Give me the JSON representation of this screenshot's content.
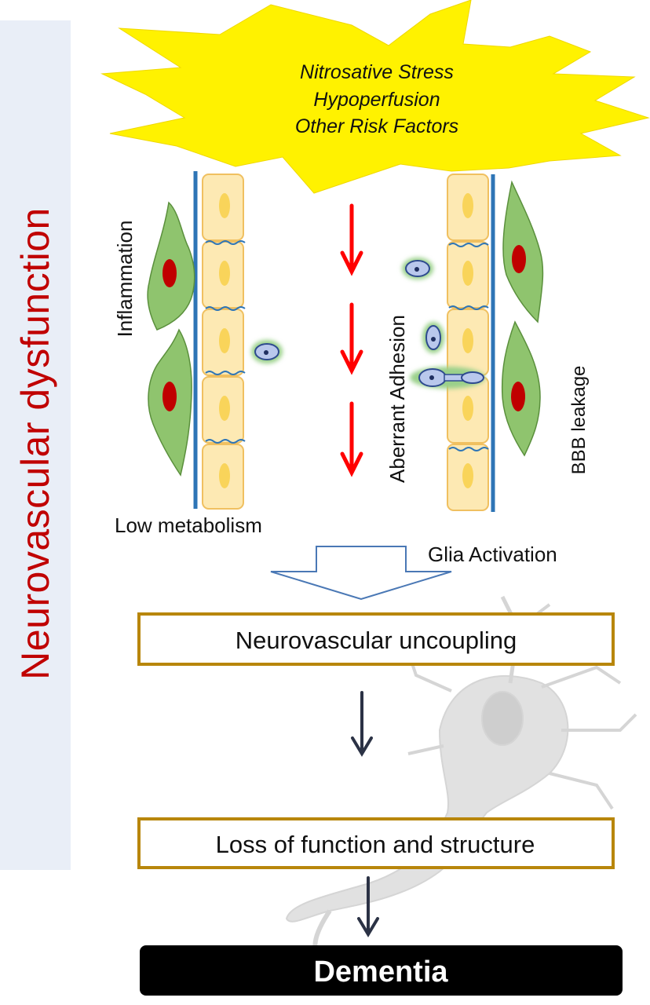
{
  "side_title": "Neurovascular dysfunction",
  "stress_factors": [
    "Nitrosative Stress",
    "Hypoperfusion",
    "Other Risk Factors"
  ],
  "labels": {
    "inflammation": "Inflammation",
    "aberrant_adhesion": "Aberrant Adhesion",
    "bbb_leakage": "BBB leakage",
    "low_metabolism": "Low metabolism",
    "glia_activation": "Glia Activation"
  },
  "flow": {
    "step1": "Neurovascular uncoupling",
    "step2": "Loss of function and structure",
    "outcome": "Dementia"
  },
  "colors": {
    "side_title": "#c00000",
    "starburst": "#fff200",
    "glia_cell": "#8fc46e",
    "nucleus": "#c00000",
    "endothelial": "#fde9b3",
    "vessel_wall": "#2e75b6",
    "red_arrow": "#ff0000",
    "box_border": "#b8860b",
    "outcome_bg": "#000000"
  }
}
